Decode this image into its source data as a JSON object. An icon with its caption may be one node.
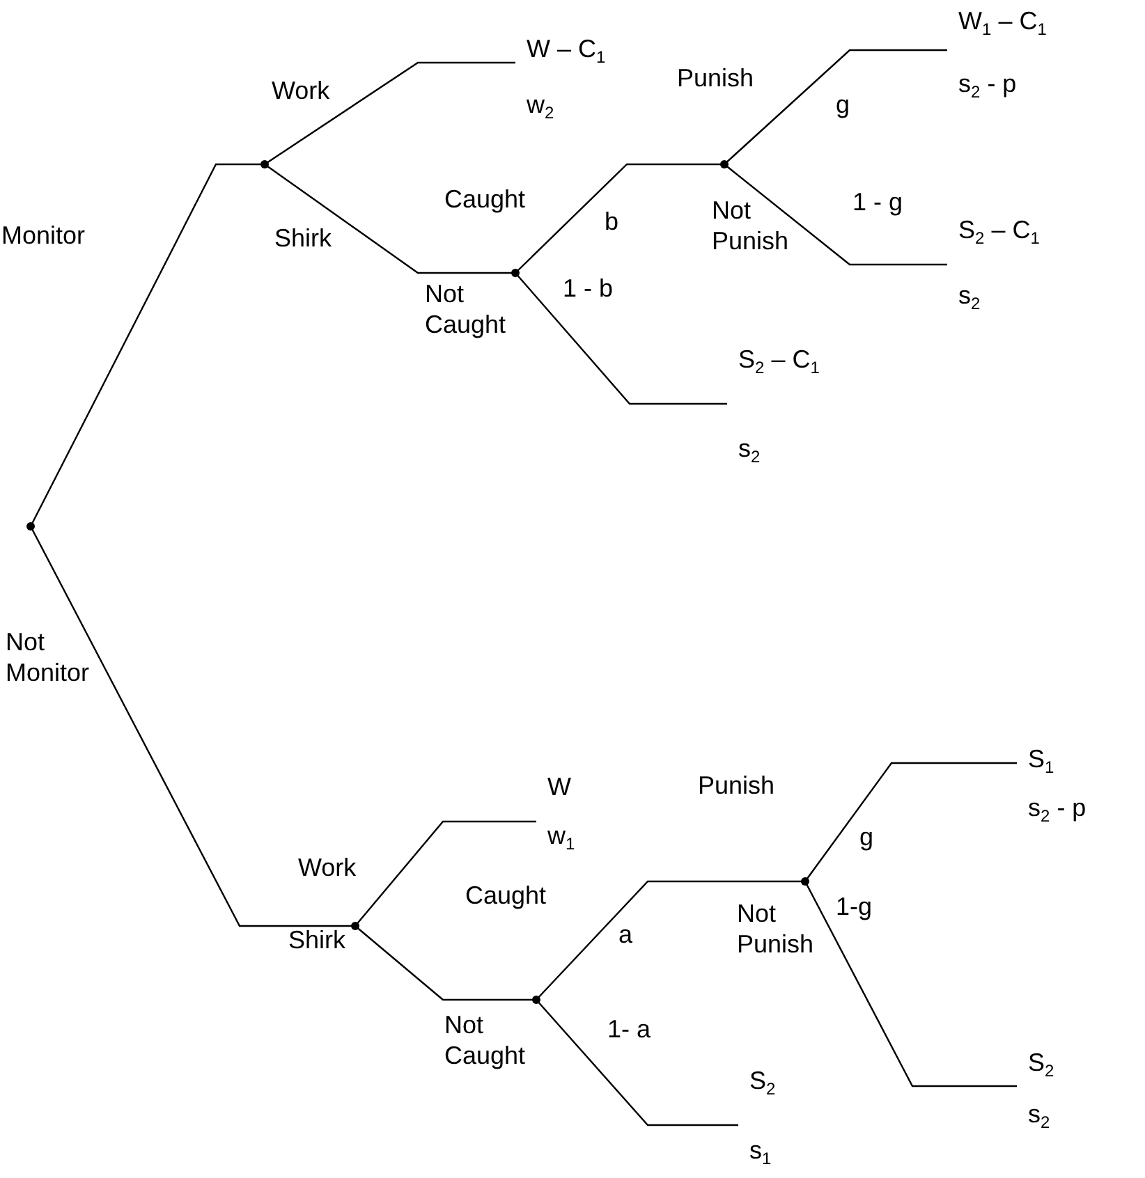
{
  "diagram": {
    "nodes": [
      {
        "text": [],
        "shape": "dot"
      },
      {
        "text": [],
        "shape": "dot"
      },
      {
        "text": [
          "W – C$_{1}$",
          "w$_{2}$"
        ]
      },
      {
        "text": [],
        "shape": "dot"
      },
      {
        "text": [],
        "shape": "dot"
      },
      {
        "text": [
          "W$_{1}$ – C$_{1}$",
          "s$_{2}$ - p"
        ]
      },
      {
        "text": [
          "S$_{2}$ – C$_{1}$",
          "s$_{2}$"
        ]
      },
      {
        "text": [
          "S$_{2}$ – C$_{1}$",
          "s$_{2}$"
        ]
      },
      {
        "text": [],
        "shape": "dot"
      },
      {
        "text": [
          "W",
          "w$_{1}$"
        ]
      },
      {
        "text": [],
        "shape": "dot"
      },
      {
        "text": [],
        "shape": "dot"
      },
      {
        "text": [
          "S$_{1}$",
          "s$_{2}$ - p"
        ]
      },
      {
        "text": [
          "S$_{2}$",
          "s$_{2}$"
        ]
      },
      {
        "text": [
          "S$_{2}$",
          "s$_{1}$"
        ]
      }
    ],
    "edges": [
      {
        "from": 0,
        "to": 1,
        "arrow": "none",
        "label": "Monitor"
      },
      {
        "from": 0,
        "to": 8,
        "arrow": "none",
        "label": "Not Monitor"
      },
      {
        "from": 1,
        "to": 2,
        "arrow": "none",
        "label": "Work"
      },
      {
        "from": 1,
        "to": 3,
        "arrow": "none",
        "label": "Shirk"
      },
      {
        "from": 3,
        "to": 4,
        "arrow": "none",
        "label": "Caught"
      },
      {
        "from": 3,
        "to": 7,
        "arrow": "none",
        "label": "Not Caught"
      },
      {
        "from": 4,
        "to": 5,
        "arrow": "none",
        "label": "Punish"
      },
      {
        "from": 4,
        "to": 6,
        "arrow": "none",
        "label": "Not Punish"
      },
      {
        "from": 8,
        "to": 9,
        "arrow": "none",
        "label": "Work"
      },
      {
        "from": 8,
        "to": 10,
        "arrow": "none",
        "label": "Shirk"
      },
      {
        "from": 10,
        "to": 11,
        "arrow": "none",
        "label": "Caught"
      },
      {
        "from": 10,
        "to": 14,
        "arrow": "none",
        "label": "Not Caught"
      },
      {
        "from": 11,
        "to": 12,
        "arrow": "none",
        "label": "Punish"
      },
      {
        "from": 11,
        "to": 13,
        "arrow": "none",
        "label": "Not Punish"
      }
    ],
    "labels": [
      "g",
      "1 - g",
      "b",
      "1 - b",
      "g",
      "1-g",
      "a",
      "1- a"
    ]
  }
}
